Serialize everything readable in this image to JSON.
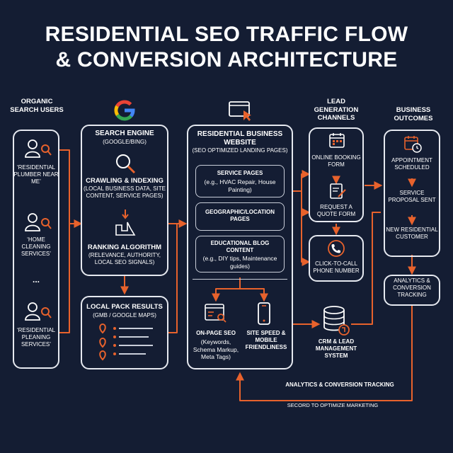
{
  "title": {
    "line1": "RESIDENTIAL SEO TRAFFIC FLOW",
    "line2": "& CONVERSION ARCHITECTURE"
  },
  "users": {
    "heading": "ORGANIC SEARCH USERS",
    "query1": "‘RESIDENTIAL PLUMBER NEAR ME’",
    "query2": "‘HOME CLEANING SERVICES’",
    "ellipsis": "...",
    "query3": "‘RESIDENTIAL PLEANING SERVICES’"
  },
  "engine": {
    "title": "SEARCH ENGINE",
    "subtitle": "(GOOGLE/BING)",
    "crawl_title": "CRAWLING & INDEXING",
    "crawl_detail": "(LOCAL BUSINESS DATA, SITE CONTENT, SERVICE PAGES)",
    "rank_title": "RANKING ALGORITHM",
    "rank_detail": "(RELEVANCE, AUTHORITY, LOCAL SEO SIGNALS)"
  },
  "local_pack": {
    "title": "LOCAL PACK RESULTS",
    "subtitle": "(GMB / GOOGLE MAPS)"
  },
  "website": {
    "title": "RESIDENTIAL BUSINESS WEBSITE",
    "subtitle": "(SEO OPTIMIZED LANDING PAGES)",
    "service_title": "SERVICE PAGES",
    "service_detail": "(e.g., HVAC Repair, House Painting)",
    "geo_title": "GEOGRAPHIC/LOCATION PAGES",
    "blog_title": "EDUCATIONAL BLOG CONTENT",
    "blog_detail": "(e.g., DIY tips, Maintenance guides)",
    "onpage_title": "ON-PAGE SEO",
    "onpage_detail": "(Keywords, Schema Markup, Meta Tags)",
    "speed_title": "SITE SPEED & MOBILE FRIENDLINESS"
  },
  "leads": {
    "heading": "LEAD GENERATION CHANNELS",
    "booking": "ONLINE BOOKING FORM",
    "quote": "REQUEST A QUOTE FORM",
    "call": "CLICK-TO-CALL PHONE NUMBER"
  },
  "crm": {
    "label": "CRM & LEAD MANAGEMENT SYSTEM"
  },
  "outcomes": {
    "heading": "BUSINESS OUTCOMES",
    "appointment": "APPOINTMENT SCHEDULED",
    "proposal": "SERVICE PROPOSAL SENT",
    "customer": "NEW RESIDENTIAL CUSTOMER",
    "analytics": "ANALYTICS & CONVERSION TRACKING"
  },
  "feedback": {
    "label": "ANALYTICS & CONVERSION TRACKING",
    "caption": "SECORD TO OPTIMIZE MARKETING"
  },
  "colors": {
    "background": "#141d33",
    "accent_orange": "#e8622c",
    "border": "#e6e9f0"
  }
}
